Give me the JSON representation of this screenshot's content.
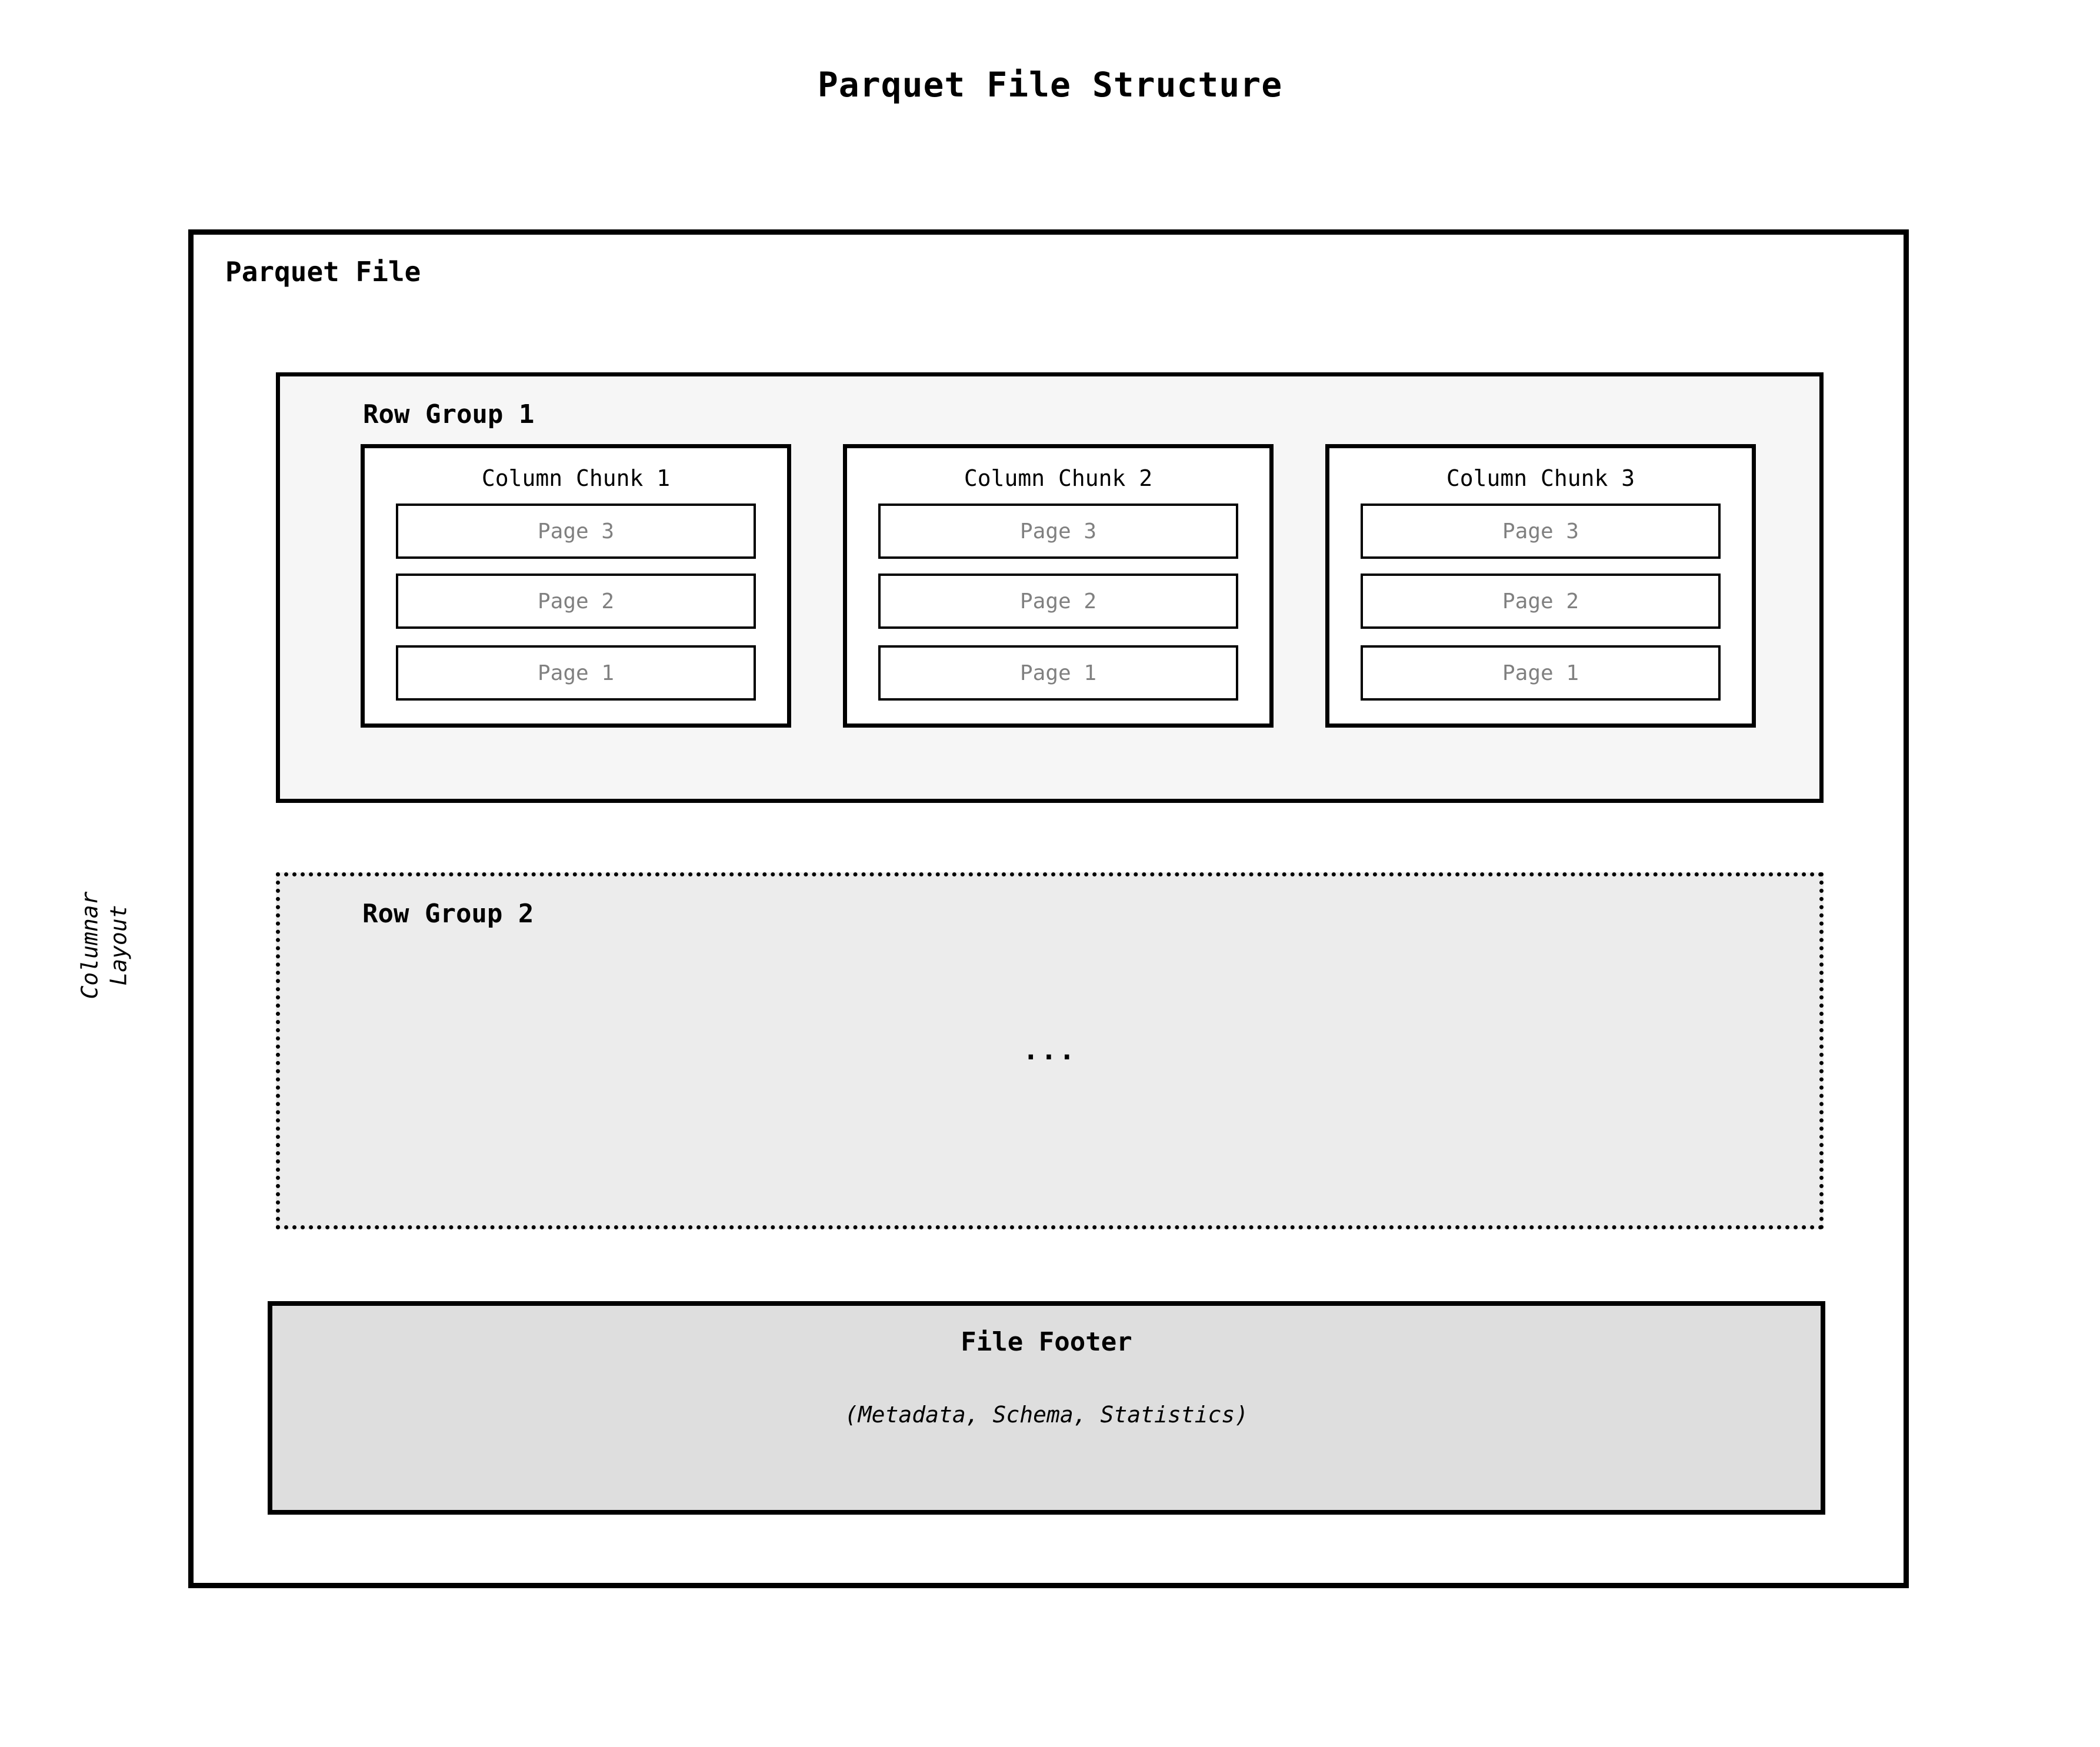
{
  "title": "Parquet File Structure",
  "colors": {
    "bg": "#ffffff",
    "border": "#000000",
    "rg1-bg": "#f6f6f6",
    "rg2-bg": "#ececec",
    "footer-bg": "#dedede",
    "page-text": "#808080",
    "text": "#000000"
  },
  "file": {
    "label": "Parquet File",
    "row_group_1": {
      "label": "Row Group 1",
      "chunks": [
        {
          "label": "Column Chunk 1",
          "pages": [
            "Page 3",
            "Page 2",
            "Page 1"
          ]
        },
        {
          "label": "Column Chunk 2",
          "pages": [
            "Page 3",
            "Page 2",
            "Page 1"
          ]
        },
        {
          "label": "Column Chunk 3",
          "pages": [
            "Page 3",
            "Page 2",
            "Page 1"
          ]
        }
      ]
    },
    "row_group_2": {
      "label": "Row Group 2",
      "ellipsis": "..."
    },
    "footer": {
      "label": "File Footer",
      "subtitle": "(Metadata, Schema, Statistics)"
    }
  },
  "side_label": {
    "line1": "Columnar",
    "line2": "Layout"
  }
}
